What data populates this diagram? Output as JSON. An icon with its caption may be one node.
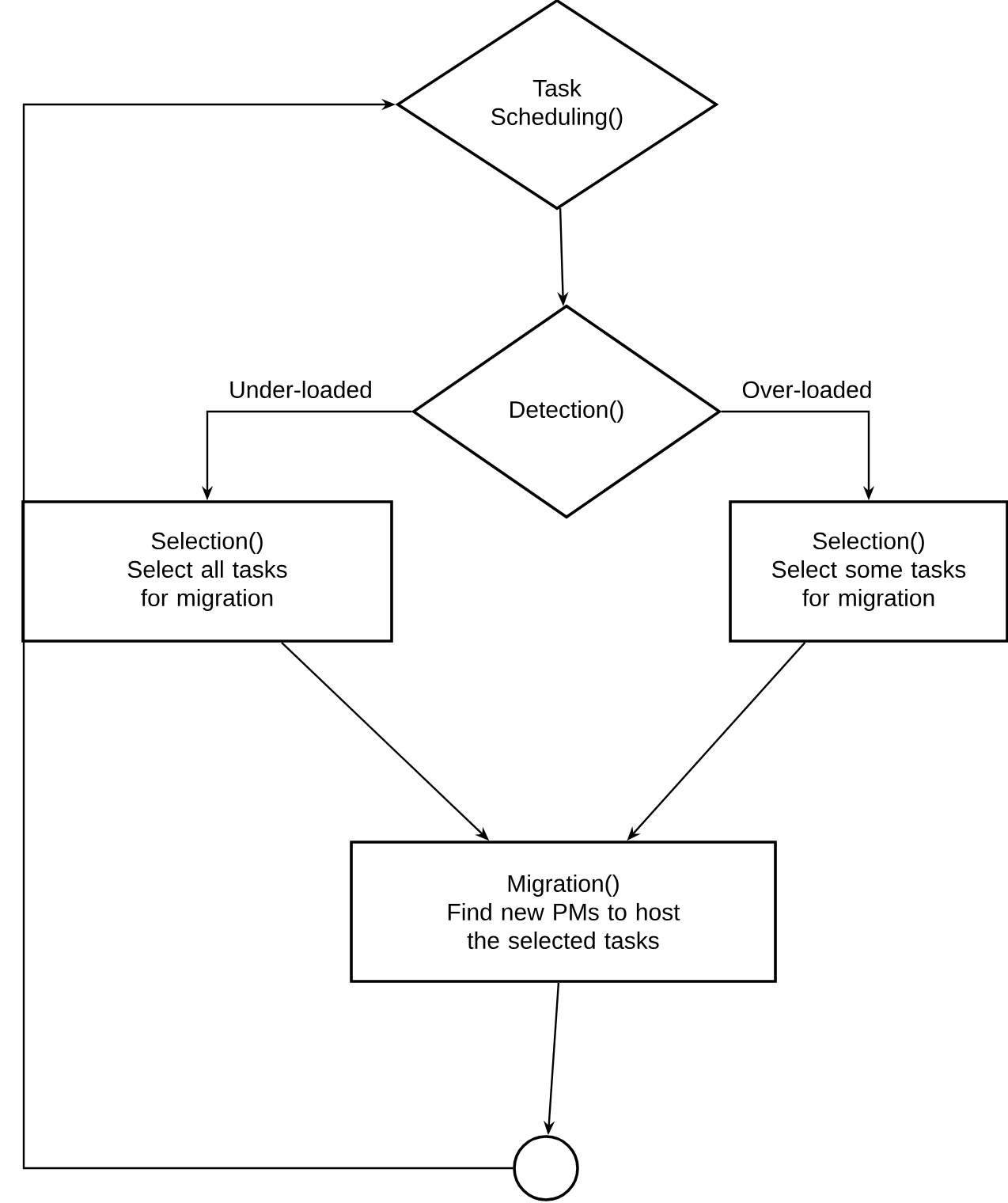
{
  "diagram": {
    "nodes": [
      {
        "text": [
          "Task Scheduling()"
        ]
      },
      {
        "text": [
          "Detection()"
        ]
      },
      {
        "text": [
          "Selection()",
          "Select all tasks for migration"
        ]
      },
      {
        "text": [
          "Selection()",
          "Select some tasks for migration"
        ]
      },
      {
        "text": [
          "Migration()",
          "Find new PMs to host the selected tasks"
        ]
      },
      {
        "text": [],
        "shape": "circle"
      }
    ],
    "edges": [
      {
        "from": 0,
        "to": 1,
        "arrow": "to"
      },
      {
        "from": 1,
        "to": 2,
        "arrow": "to",
        "label": "Under-loaded"
      },
      {
        "from": 1,
        "to": 3,
        "arrow": "to",
        "label": "Over-loaded"
      },
      {
        "from": 2,
        "to": 4,
        "arrow": "to"
      },
      {
        "from": 3,
        "to": 4,
        "arrow": "to"
      },
      {
        "from": 4,
        "to": 5,
        "arrow": "to"
      },
      {
        "from": 5,
        "to": 0,
        "arrow": "to"
      }
    ]
  }
}
